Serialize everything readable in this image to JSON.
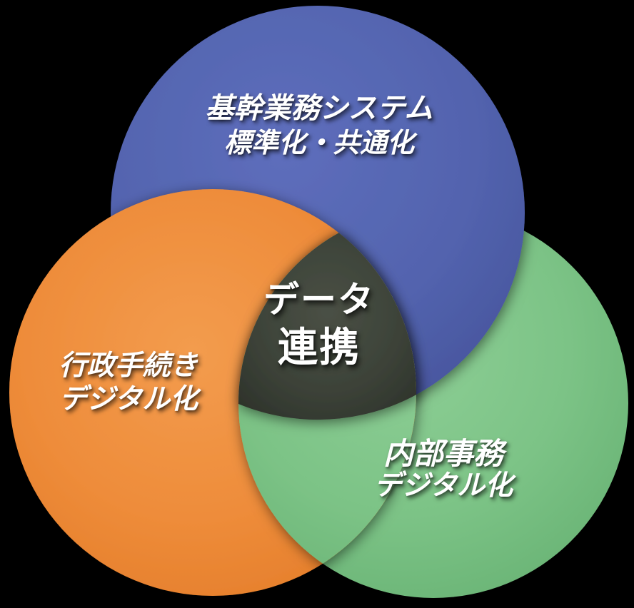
{
  "diagram": {
    "type": "venn-3",
    "background_color": "#000000",
    "text_color": "#ffffff",
    "circles": {
      "top": {
        "name": "core-business-systems",
        "color": "#5565b1",
        "label_line1": "基幹業務システム",
        "label_line2": "標準化・共通化"
      },
      "left": {
        "name": "administrative-procedures",
        "color": "#ee8c3c",
        "label_line1": "行政手続き",
        "label_line2": "デジタル化"
      },
      "right": {
        "name": "internal-office-work",
        "color": "#7cc386",
        "label_line1": "内部事務",
        "label_line2": "デジタル化"
      }
    },
    "center": {
      "name": "data-linkage",
      "color": "#3c4238",
      "label_line1": "データ",
      "label_line2": "連携"
    }
  }
}
